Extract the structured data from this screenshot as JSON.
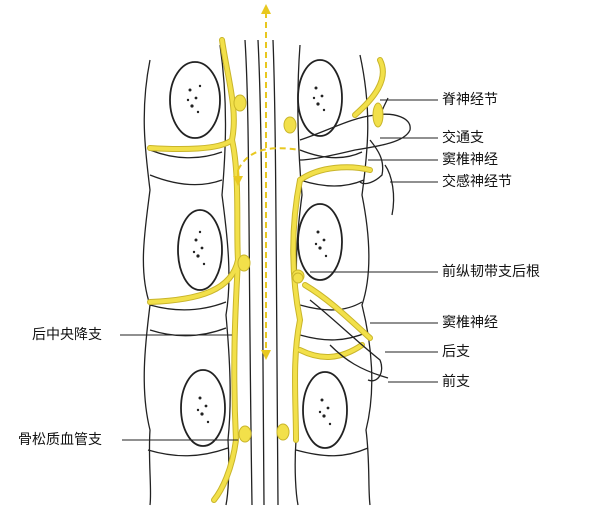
{
  "labels": {
    "spinal_ganglion": "脊神经节",
    "communicating_branch": "交通支",
    "sinuvertebral_nerve_upper": "窦椎神经",
    "sympathetic_ganglion": "交感神经节",
    "plr_branch_dorsal_root": "前纵韧带支后根",
    "sinuvertebral_nerve_lower": "窦椎神经",
    "posterior_branch": "后支",
    "anterior_branch": "前支",
    "posterior_central_descending": "后中央降支",
    "cancellous_vessel_branch": "骨松质血管支"
  },
  "colors": {
    "nerve": "#F2E04A",
    "nerve_edge": "#C9B52A",
    "line": "#222222",
    "dashed": "#E8C820"
  }
}
